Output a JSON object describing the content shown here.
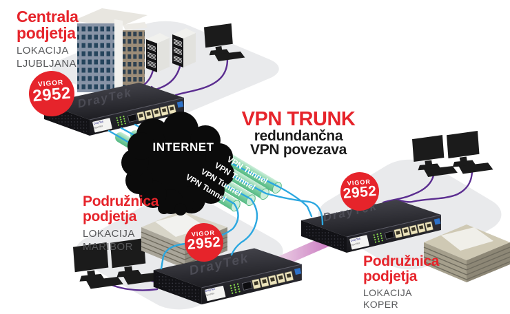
{
  "palette": {
    "accent_red": "#e6242b",
    "text_gray": "#57585a",
    "tunnel_green": "#86d4a8",
    "line_blue": "#2ba7e0",
    "cable_purple": "#5b2d90",
    "link_pink": "#c873bd"
  },
  "locations": {
    "ljubljana": {
      "title_line1": "Centrala",
      "title_line2": "podjetja",
      "location_label": "LOKACIJA",
      "city": "LJUBLJANA"
    },
    "maribor": {
      "title_line1": "Podružnica",
      "title_line2": "podjetja",
      "location_label": "LOKACIJA",
      "city": "MARIBOR"
    },
    "koper": {
      "title_line1": "Podružnica",
      "title_line2": "podjetja",
      "location_label": "LOKACIJA",
      "city": "KOPER"
    }
  },
  "heading": {
    "title": "VPN TRUNK",
    "subtitle_line1": "redundančna",
    "subtitle_line2": "VPN povezava"
  },
  "cloud": {
    "label": "INTERNET"
  },
  "tunnels": [
    "VPN Tunnel",
    "VPN Tunnel",
    "VPN Tunnel",
    "VPN Tunnel"
  ],
  "badge": {
    "brand": "VIGOR",
    "model": "2952"
  },
  "router": {
    "brand": "DrayTek",
    "sticker_brand": "DrayTek",
    "sticker_model": "Vigor2952"
  }
}
